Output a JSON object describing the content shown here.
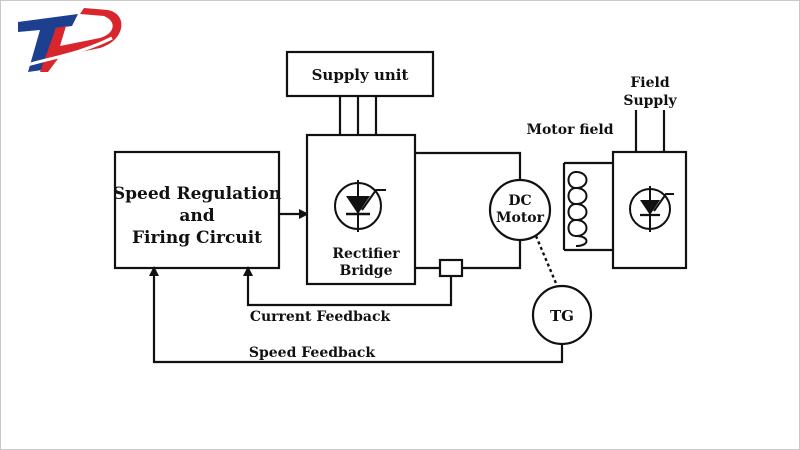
{
  "logo": {
    "text": "TP",
    "colors": {
      "t": "#1d3f8f",
      "p": "#d9262c"
    }
  },
  "diagram": {
    "supply_unit": "Supply unit",
    "speed_regulation": [
      "Speed Regulation",
      "and",
      "Firing Circuit"
    ],
    "rectifier": [
      "Rectifier",
      "Bridge"
    ],
    "dc_motor": [
      "DC",
      "Motor"
    ],
    "motor_field": "Motor field",
    "field_supply": [
      "Field",
      "Supply"
    ],
    "tg": "TG",
    "current_feedback": "Current Feedback",
    "speed_feedback": "Speed Feedback"
  }
}
